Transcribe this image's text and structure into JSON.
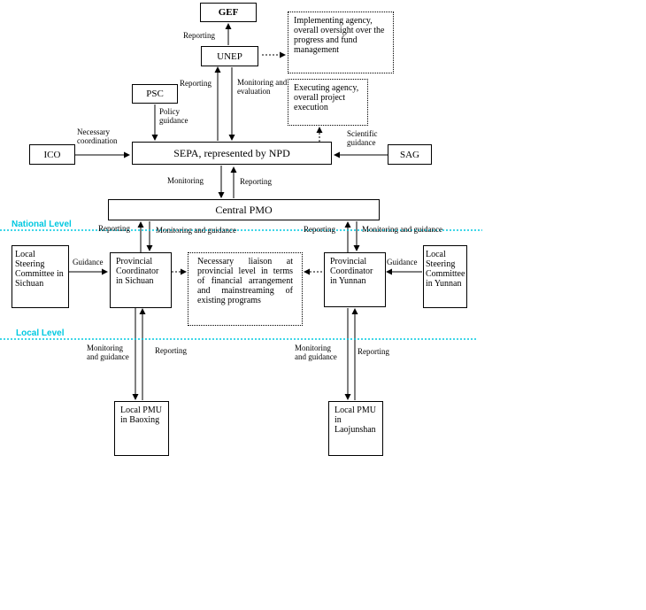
{
  "nodes": {
    "gef": "GEF",
    "unep": "UNEP",
    "psc": "PSC",
    "ico": "ICO",
    "sepa": "SEPA, represented by NPD",
    "sag": "SAG",
    "central_pmo": "Central PMO",
    "local_sc_sichuan": "Local Steering Committee in Sichuan",
    "prov_coord_sichuan": "Provincial Coordinator in Sichuan",
    "liaison": "Necessary liaison at provincial level in terms of financial arrangement and mainstreaming of existing programs",
    "prov_coord_yunnan": "Provincial Coordinator in Yunnan",
    "local_sc_yunnan": "Local Steering Committee in Yunnan",
    "local_pmu_baoxing": "Local PMU in Baoxing",
    "local_pmu_laojunshan": "Local PMU in Laojunshan"
  },
  "notes": {
    "implementing": "Implementing agency, overall oversight over the progress and fund management",
    "executing": "Executing agency, overall project execution"
  },
  "labels": {
    "reporting": "Reporting",
    "monitoring_evaluation": "Monitoring and evaluation",
    "policy_guidance": "Policy guidance",
    "necessary_coordination": "Necessary coordination",
    "scientific_guidance": "Scientific guidance",
    "monitoring": "Monitoring",
    "monitoring_guidance": "Monitoring and guidance",
    "guidance": "Guidance"
  },
  "levels": {
    "national": "National Level",
    "local": "Local Level"
  },
  "colors": {
    "level_line": "#00c8e0",
    "stroke": "#000000"
  }
}
